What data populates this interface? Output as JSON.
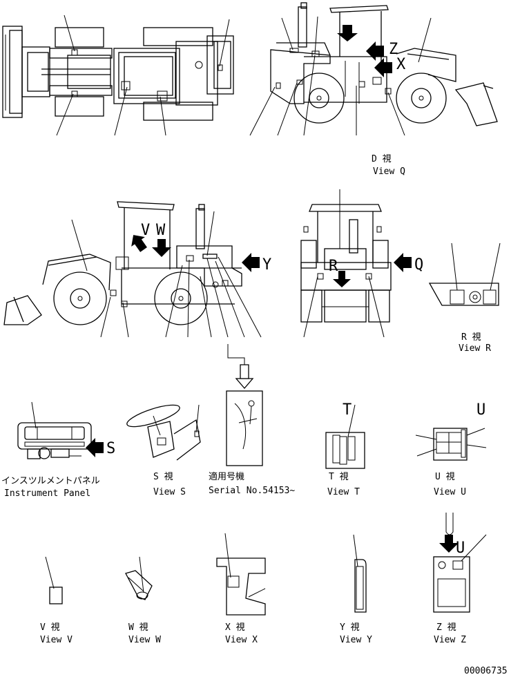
{
  "captions": {
    "view_q": {
      "jp": "D 視",
      "en": "View Q"
    },
    "view_r": {
      "jp": "R 視",
      "en": "View R"
    },
    "instrument_panel": {
      "jp": "インスツルメントパネル",
      "en": "Instrument Panel"
    },
    "view_s": {
      "jp": "S 視",
      "en": "View S"
    },
    "serial": {
      "jp": "適用号機",
      "en": "Serial No.54153~"
    },
    "view_t": {
      "jp": "T 視",
      "en": "View T"
    },
    "view_u": {
      "jp": "U 視",
      "en": "View U"
    },
    "view_v": {
      "jp": "V 視",
      "en": "View V"
    },
    "view_w": {
      "jp": "W 視",
      "en": "View W"
    },
    "view_x": {
      "jp": "X 視",
      "en": "View X"
    },
    "view_y": {
      "jp": "Y 視",
      "en": "View Y"
    },
    "view_z": {
      "jp": "Z 視",
      "en": "View Z"
    }
  },
  "view_letters": {
    "z": "Z",
    "x": "X",
    "v": "V",
    "w": "W",
    "y": "Y",
    "q": "Q",
    "r": "R",
    "s": "S",
    "t": "T",
    "u": "U",
    "u2": "U"
  },
  "drawing_number": "00006735",
  "colors": {
    "line": "#000000",
    "background": "#ffffff"
  }
}
